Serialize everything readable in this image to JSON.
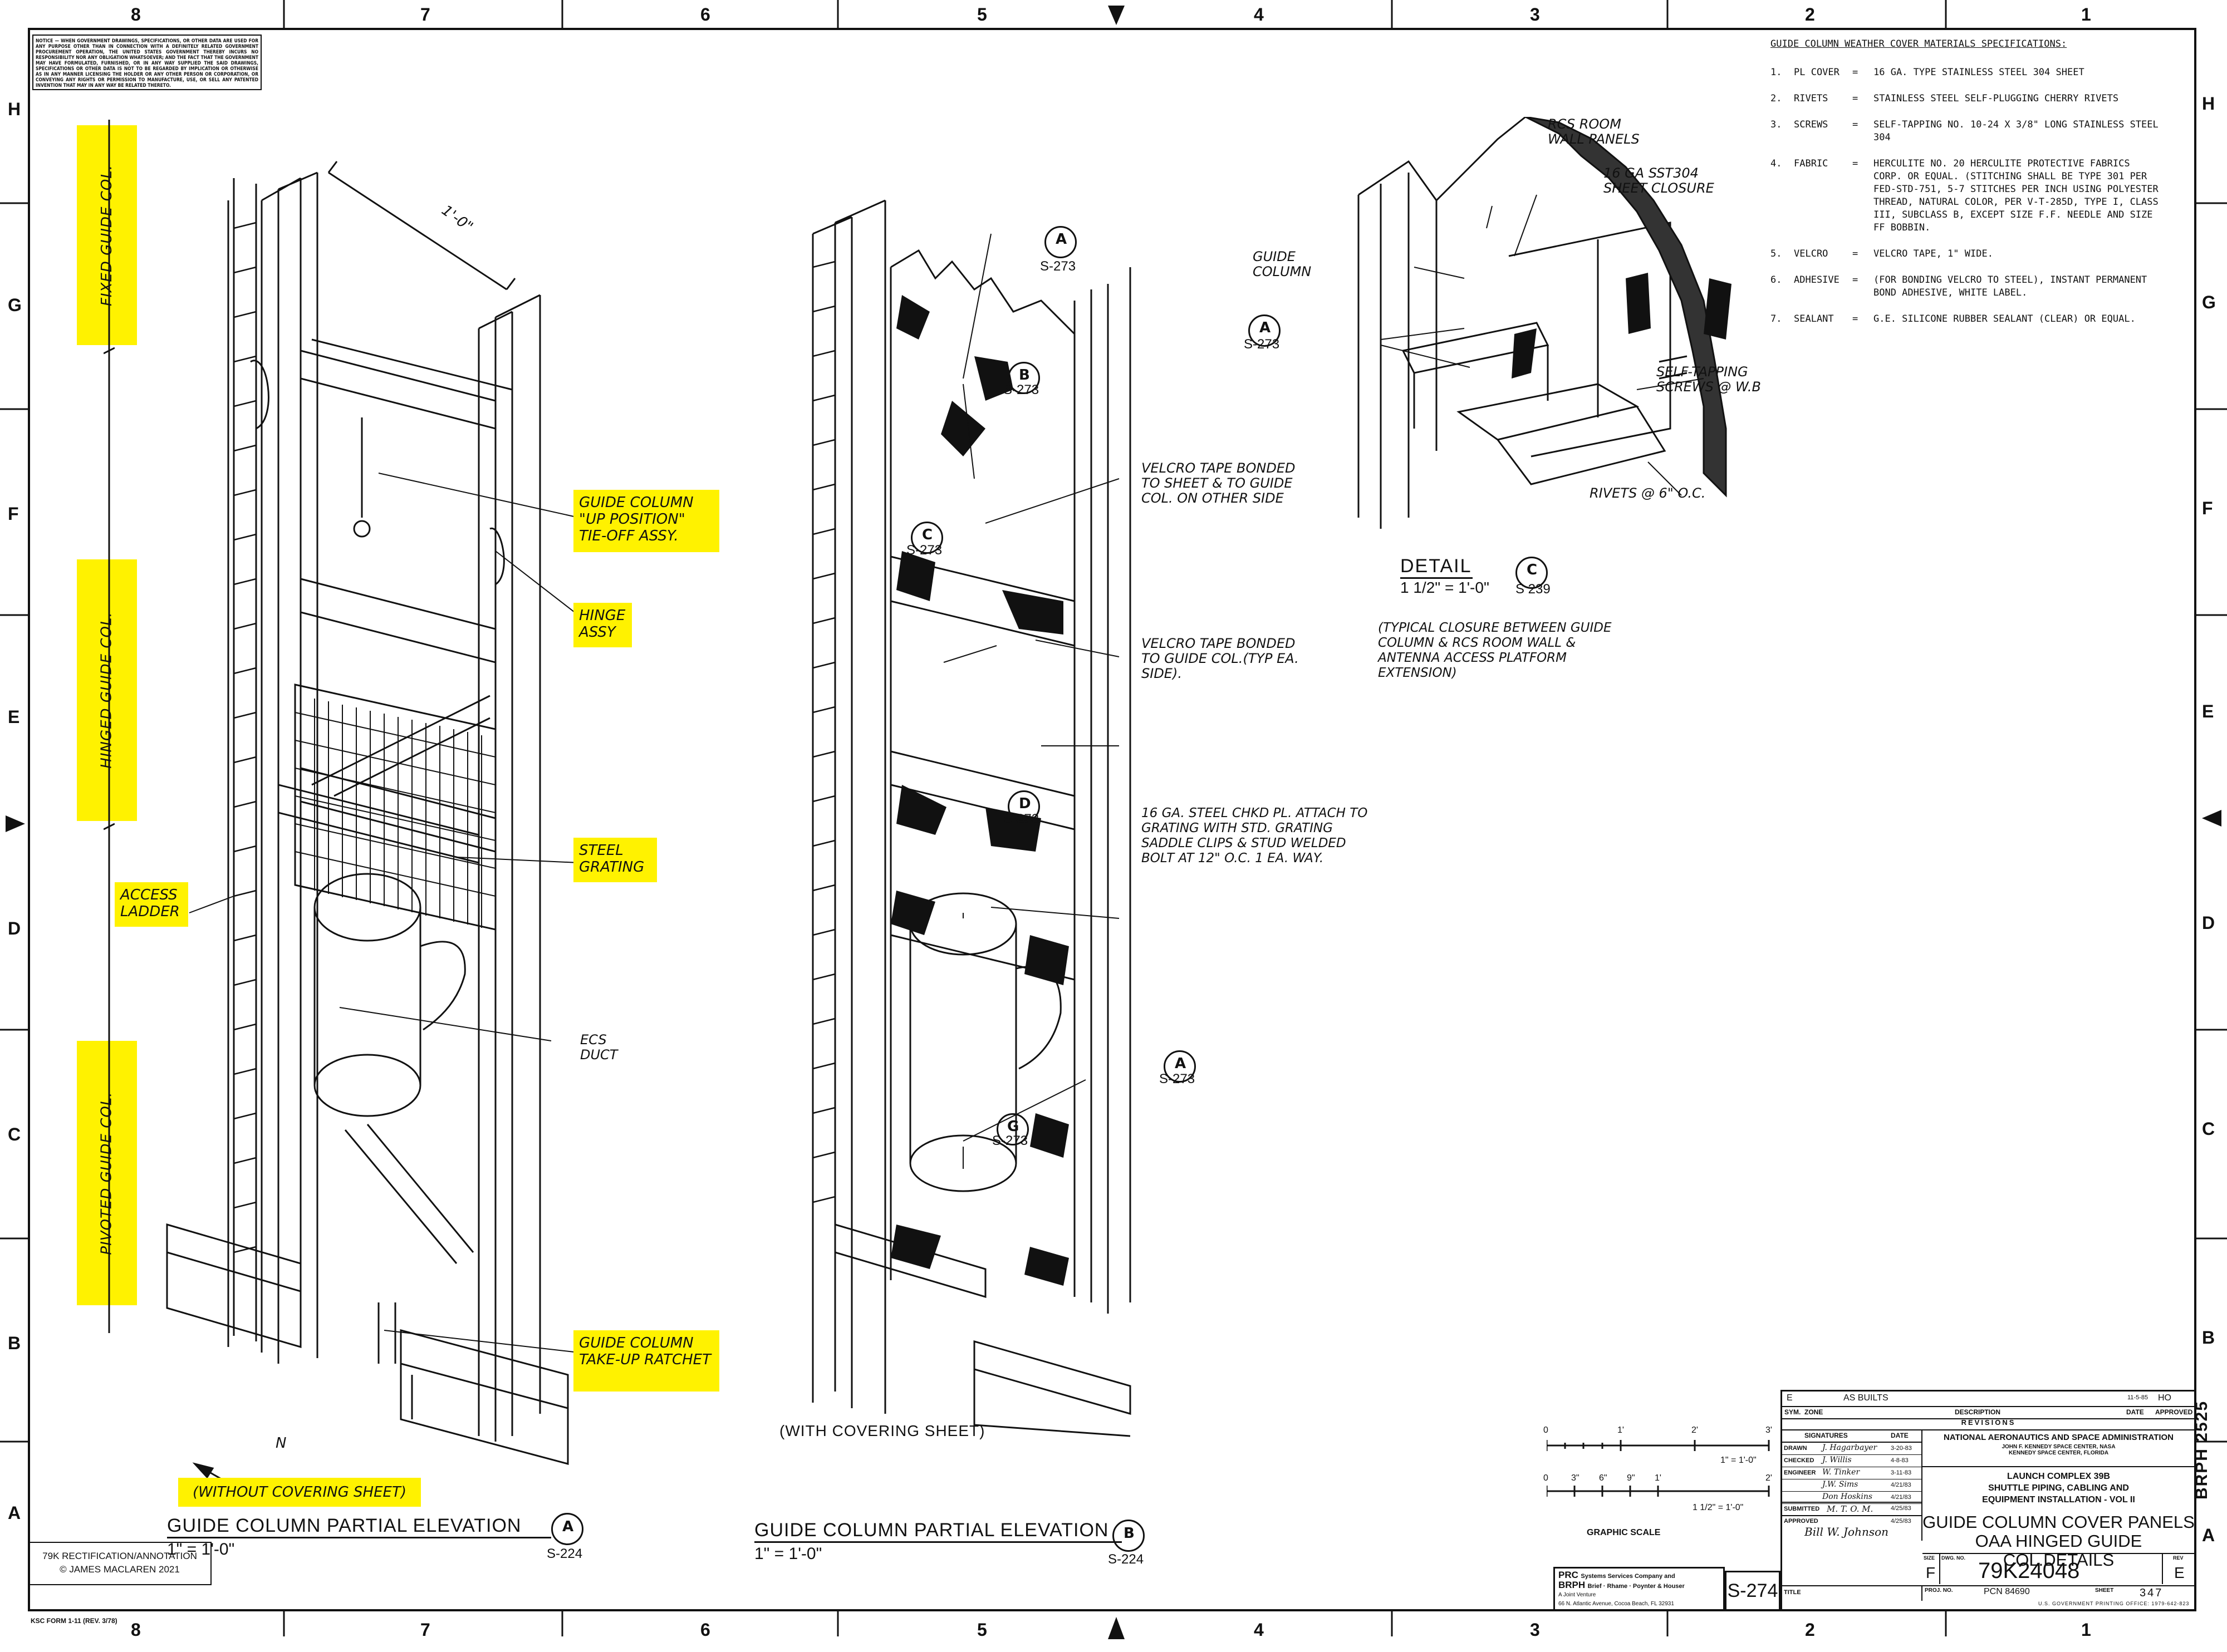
{
  "notice": "NOTICE — WHEN GOVERNMENT DRAWINGS, SPECIFICATIONS, OR OTHER DATA ARE USED FOR ANY PURPOSE OTHER THAN IN CONNECTION WITH A DEFINITELY RELATED GOVERNMENT PROCUREMENT OPERATION, THE UNITED STATES GOVERNMENT THEREBY INCURS NO RESPONSIBILITY NOR ANY OBLIGATION WHATSOEVER; AND THE FACT THAT THE GOVERNMENT MAY HAVE FORMULATED, FURNISHED, OR IN ANY WAY SUPPLIED THE SAID DRAWINGS, SPECIFICATIONS OR OTHER DATA IS NOT TO BE REGARDED BY IMPLICATION OR OTHERWISE AS IN ANY MANNER LICENSING THE HOLDER OR ANY OTHER PERSON OR CORPORATION, OR CONVEYING ANY RIGHTS OR PERMISSION TO MANUFACTURE, USE, OR SELL ANY PATENTED INVENTION THAT MAY IN ANY WAY BE RELATED THERETO.",
  "zones": {
    "top": [
      "8",
      "7",
      "6",
      "5",
      "4",
      "3",
      "2",
      "1"
    ],
    "bottom": [
      "8",
      "7",
      "6",
      "5",
      "4",
      "3",
      "2",
      "1"
    ],
    "left": [
      "H",
      "G",
      "F",
      "E",
      "D",
      "C",
      "B",
      "A"
    ],
    "right": [
      "H",
      "G",
      "F",
      "E",
      "D",
      "C",
      "B",
      "A"
    ]
  },
  "highlights": {
    "fixed_guide_col": "FIXED GUIDE COL.",
    "hinged_guide_col": "HINGED GUIDE COL.",
    "pivoted_guide_col": "PIVOTED GUIDE COL.",
    "tie_off": "GUIDE COLUMN \"UP POSITION\" TIE-OFF ASSY.",
    "hinge_assy": "HINGE ASSY",
    "steel_grating": "STEEL GRATING",
    "access_ladder": "ACCESS LADDER",
    "take_up_ratchet": "GUIDE COLUMN TAKE-UP RATCHET",
    "without_covering": "(WITHOUT COVERING SHEET)"
  },
  "view_a": {
    "dimension": "1'-0\"",
    "ecs_duct": "ECS DUCT",
    "north": "N",
    "title": "GUIDE COLUMN PARTIAL ELEVATION",
    "scale": "1\" = 1'-0\"",
    "ref_letter": "A",
    "ref_sheet": "S-224"
  },
  "view_b": {
    "with_covering": "(WITH COVERING SHEET)",
    "velcro_1": "VELCRO TAPE BONDED TO SHEET & TO GUIDE COL. ON OTHER SIDE",
    "velcro_2": "VELCRO TAPE BONDED TO GUIDE COL.(TYP EA. SIDE).",
    "steel_chkd": "16 GA. STEEL CHKD PL. ATTACH TO GRATING WITH STD. GRATING SADDLE CLIPS & STUD WELDED BOLT AT 12\" O.C. 1 EA. WAY.",
    "title": "GUIDE COLUMN PARTIAL ELEVATION",
    "scale": "1\" = 1'-0\"",
    "ref_letter": "B",
    "ref_sheet": "S-224",
    "callouts": [
      {
        "letter": "A",
        "sheet": "S-273"
      },
      {
        "letter": "B",
        "sheet": "S-273"
      },
      {
        "letter": "C",
        "sheet": "S-273"
      },
      {
        "letter": "D",
        "sheet": "S-273"
      },
      {
        "letter": "A",
        "sheet": "S-273"
      },
      {
        "letter": "G",
        "sheet": "S-273"
      }
    ]
  },
  "detail_c": {
    "rcs_room": "RCS ROOM WALL PANELS",
    "sheet_closure": "16 GA SST304 SHEET CLOSURE",
    "guide_column": "GUIDE COLUMN",
    "self_tapping": "SELF-TAPPING SCREWS @ W.B",
    "rivets": "RIVETS @ 6\" O.C.",
    "callout_letter": "A",
    "callout_sheet": "S-273",
    "title": "DETAIL",
    "scale": "1 1/2\" = 1'-0\"",
    "ref_letter": "C",
    "ref_sheet": "S 239",
    "note": "(TYPICAL CLOSURE BETWEEN GUIDE COLUMN & RCS ROOM WALL & ANTENNA ACCESS PLATFORM EXTENSION)"
  },
  "specs": {
    "heading": "GUIDE COLUMN WEATHER COVER MATERIALS SPECIFICATIONS:",
    "items": [
      {
        "num": "1.",
        "name": "PL COVER",
        "eq": "=",
        "text": "16 GA. TYPE STAINLESS STEEL 304 SHEET"
      },
      {
        "num": "2.",
        "name": "RIVETS",
        "eq": "=",
        "text": "STAINLESS STEEL SELF-PLUGGING CHERRY RIVETS"
      },
      {
        "num": "3.",
        "name": "SCREWS",
        "eq": "=",
        "text": "SELF-TAPPING NO. 10-24 X 3/8\" LONG STAINLESS STEEL 304"
      },
      {
        "num": "4.",
        "name": "FABRIC",
        "eq": "=",
        "text": "HERCULITE NO. 20 HERCULITE PROTECTIVE FABRICS CORP. OR EQUAL. (STITCHING SHALL BE TYPE 301 PER FED-STD-751, 5-7 STITCHES PER INCH USING POLYESTER THREAD, NATURAL COLOR, PER V-T-285D, TYPE I, CLASS III, SUBCLASS B, EXCEPT SIZE F.F. NEEDLE AND SIZE FF BOBBIN."
      },
      {
        "num": "5.",
        "name": "VELCRO",
        "eq": "=",
        "text": "VELCRO TAPE, 1\" WIDE."
      },
      {
        "num": "6.",
        "name": "ADHESIVE",
        "eq": "=",
        "text": "(FOR BONDING VELCRO TO STEEL), INSTANT PERMANENT BOND ADHESIVE, WHITE LABEL."
      },
      {
        "num": "7.",
        "name": "SEALANT",
        "eq": "=",
        "text": "G.E. SILICONE RUBBER SEALANT (CLEAR) OR EQUAL."
      }
    ]
  },
  "graphic_scale": {
    "label": "GRAPHIC SCALE",
    "scale1_ticks": [
      "0",
      "1'",
      "2'",
      "3'"
    ],
    "scale1_label": "1\" = 1'-0\"",
    "scale2_ticks": [
      "0",
      "3\"",
      "6\"",
      "9\"",
      "1'",
      "2'"
    ],
    "scale2_label": "1 1/2\" = 1'-0\""
  },
  "side_label": "BRPH 2525",
  "title_block": {
    "rev_letter": "E",
    "rev_desc": "AS BUILTS",
    "rev_date": "11-5-85",
    "rev_approved": "HO",
    "hdr_sym": "SYM.",
    "hdr_zone": "ZONE",
    "hdr_desc": "DESCRIPTION",
    "hdr_date": "DATE",
    "hdr_approved": "APPROVED",
    "revisions": "REVISIONS",
    "signatures": "SIGNATURES",
    "date": "DATE",
    "rows": [
      {
        "role": "DRAWN",
        "sig": "J. Hagarbayer",
        "date": "3-20-83"
      },
      {
        "role": "CHECKED",
        "sig": "J. Willis",
        "date": "4-8-83"
      },
      {
        "role": "ENGINEER",
        "sig": "W. Tinker",
        "date": "3-11-83"
      },
      {
        "role": "",
        "sig": "J.W. Sims",
        "date": "4/21/83"
      },
      {
        "role": "",
        "sig": "Don Hoskins",
        "date": "4/21/83"
      }
    ],
    "submitted": "SUBMITTED",
    "submitted_sig": "M. T. O. M.",
    "submitted_date": "4/25/83",
    "approved": "APPROVED",
    "approved_sig": "Bill W. Johnson",
    "approved_date": "4/25/83",
    "agency": "NATIONAL AERONAUTICS AND SPACE ADMINISTRATION",
    "center1": "JOHN F. KENNEDY SPACE CENTER, NASA",
    "center2": "KENNEDY SPACE CENTER, FLORIDA",
    "project1": "LAUNCH COMPLEX 39B",
    "project2": "SHUTTLE PIPING, CABLING AND",
    "project3": "EQUIPMENT INSTALLATION - VOL II",
    "title1": "GUIDE COLUMN COVER PANELS",
    "title2": "OAA HINGED GUIDE COL.DETAILS",
    "title_lbl": "TITLE",
    "size_lbl": "SIZE",
    "size": "F",
    "dwg_lbl": "DWG. NO.",
    "dwg": "79K24048",
    "rev_lbl": "REV",
    "rev": "E",
    "proj_lbl": "PROJ. NO.",
    "pcn": "PCN 84690",
    "sheet_lbl": "SHEET",
    "sheet": "347",
    "sheet_ref": "S-274",
    "printing": "U.S. GOVERNMENT PRINTING OFFICE: 1979-642-823"
  },
  "prc": {
    "line1a": "PRC",
    "line1b": "Systems Services Company and",
    "line2a": "BRPH",
    "line2b": "Brief · Rhame · Poynter & Houser",
    "line3": "A Joint Venture",
    "line4": "66 N. Atlantic Avenue, Cocoa Beach, FL 32931"
  },
  "annotation": {
    "line1": "79K RECTIFICATION/ANNOTATION",
    "line2": "© JAMES MACLAREN 2021"
  },
  "form_no": "KSC FORM 1-11 (REV. 3/78)",
  "colors": {
    "highlight": "#fff200",
    "ink": "#111111"
  }
}
